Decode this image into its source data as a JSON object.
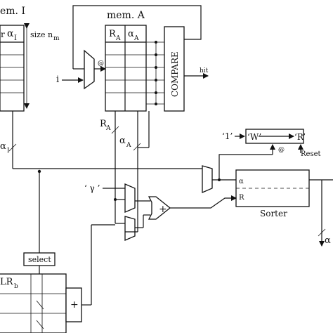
{
  "labels": {
    "mem_i_title": "em. I",
    "mem_i_col": "α",
    "mem_i_col_sub": "I",
    "mem_i_first_col": "r",
    "size_label": "size n",
    "size_sub": "m",
    "mem_a_title": "mem. A",
    "mem_a_col1": "R",
    "mem_a_col1_sub": "A",
    "mem_a_col2": "α",
    "mem_a_col2_sub": "A",
    "compare": "COMPARE",
    "hit": "hit",
    "input_i": "i",
    "at_symbol": "@",
    "ra_bus": "R",
    "ra_bus_sub": "A",
    "alpha_a_bus": "α",
    "alpha_a_bus_sub": "A",
    "alpha_i_bus": "α",
    "alpha_i_bus_sub": "I",
    "quote_1": "‘1’",
    "quote_w": "‘W’",
    "quote_r": "‘R’",
    "reset": "Reset",
    "reg_at": "@",
    "gamma": "‘ γ ’",
    "plus": "+",
    "sorter_alpha": "α",
    "sorter_r": "R",
    "sorter": "Sorter",
    "alpha_out": "α",
    "select": "select",
    "lrb": "LR",
    "lrb_sub": "b",
    "plus_bottom": "+"
  }
}
